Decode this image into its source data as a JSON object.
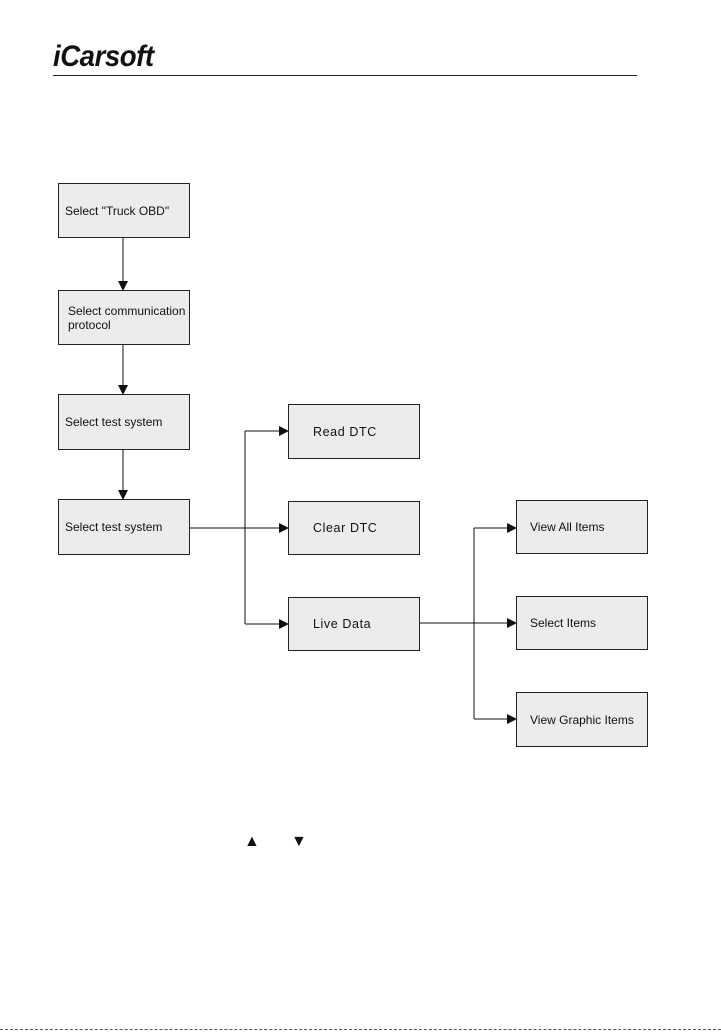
{
  "header": {
    "logo": "iCarsoft"
  },
  "flow": {
    "truck_obd": "Select \"Truck OBD\"",
    "protocol": "Select communication protocol",
    "test_system_1": "Select test system",
    "test_system_2": "Select test system",
    "read_dtc": "Read DTC",
    "clear_dtc": "Clear DTC",
    "live_data": "Live Data",
    "view_all": "View All Items",
    "select_items": "Select Items",
    "view_graphic": "View Graphic Items"
  },
  "nav": {
    "up": "▲",
    "down": "▼"
  }
}
